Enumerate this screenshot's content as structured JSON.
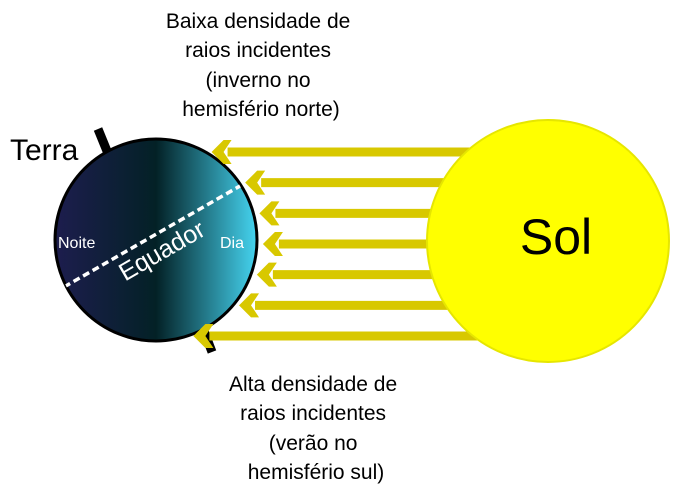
{
  "labels": {
    "top_note": [
      "Baixa densidade de",
      "raios incidentes",
      "(inverno no",
      "hemisfério norte)"
    ],
    "bottom_note": [
      "Alta densidade de",
      "raios incidentes",
      "(verão no",
      "hemisfério sul)"
    ],
    "earth": "Terra",
    "sun": "Sol",
    "night": "Noite",
    "day": "Dia",
    "equator": "Equador"
  },
  "colors": {
    "sun_fill": "#ffff00",
    "sun_stroke": "#e6e600",
    "ray": "#d8c800",
    "earth_night": "#1d1d4e",
    "earth_mid": "#032126",
    "earth_day": "#45d4f0",
    "axis": "#000000",
    "equator_line": "#ffffff"
  },
  "rays": {
    "count": 7
  }
}
